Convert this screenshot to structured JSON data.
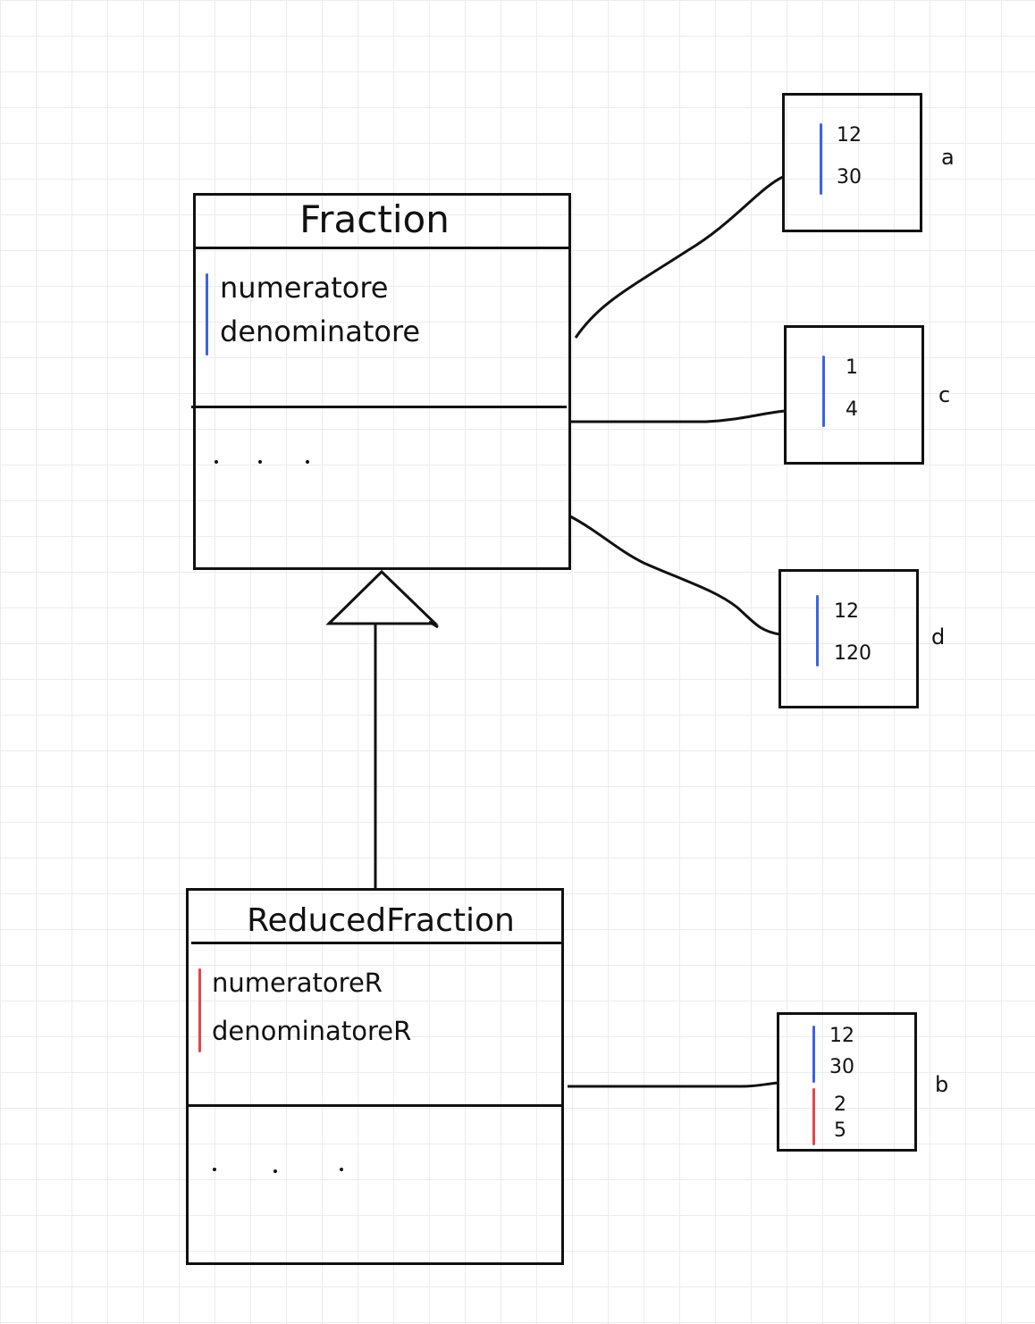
{
  "colors": {
    "stroke": "#111111",
    "inherited_field_marker": "#3b63e6",
    "subclass_field_marker": "#e04848",
    "grid": "#ececec"
  },
  "classes": {
    "fraction": {
      "name": "Fraction",
      "attributes": [
        "numeratore",
        "denominatore"
      ],
      "methods_placeholder": "· · ·"
    },
    "reduced_fraction": {
      "name": "ReducedFraction",
      "attributes": [
        "numeratoreR",
        "denominatoreR"
      ],
      "methods_placeholder": "· · ·"
    }
  },
  "objects": {
    "a": {
      "label": "a",
      "values": [
        "12",
        "30"
      ]
    },
    "c": {
      "label": "c",
      "values": [
        "1",
        "4"
      ]
    },
    "d": {
      "label": "d",
      "values": [
        "12",
        "120"
      ]
    },
    "b": {
      "label": "b",
      "values": [
        "12",
        "30"
      ],
      "reduced_values": [
        "2",
        "5"
      ]
    }
  },
  "relationships": [
    {
      "type": "generalization",
      "from": "ReducedFraction",
      "to": "Fraction"
    },
    {
      "type": "instance",
      "class": "Fraction",
      "object": "a"
    },
    {
      "type": "instance",
      "class": "Fraction",
      "object": "c"
    },
    {
      "type": "instance",
      "class": "Fraction",
      "object": "d"
    },
    {
      "type": "instance",
      "class": "ReducedFraction",
      "object": "b"
    }
  ]
}
